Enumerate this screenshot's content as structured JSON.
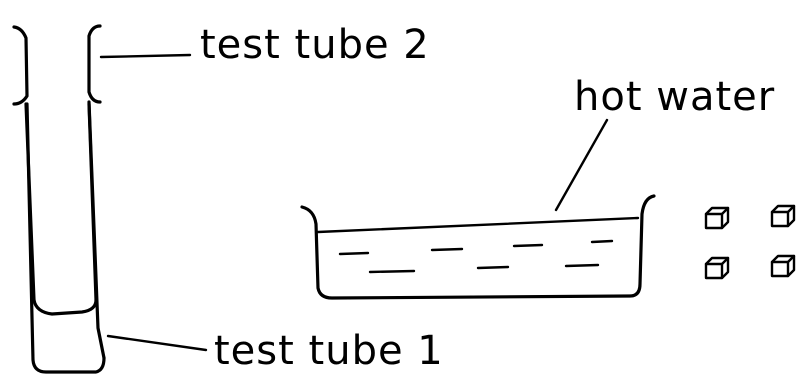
{
  "labels": {
    "test_tube_2": "test tube 2",
    "test_tube_1": "test tube 1",
    "hot_water": "hot water"
  },
  "ink_color": "#000000",
  "ice_cube_count": 4
}
